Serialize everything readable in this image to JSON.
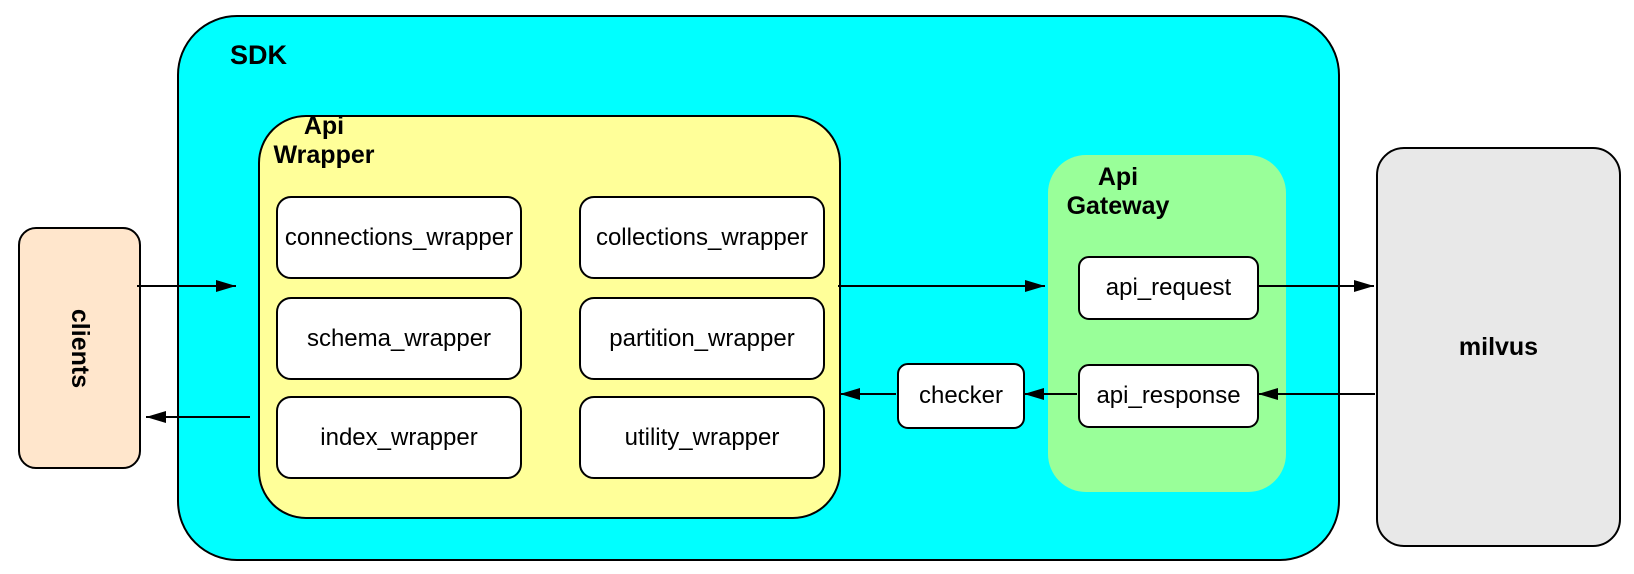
{
  "clients": {
    "label": "clients"
  },
  "sdk": {
    "label": "SDK"
  },
  "api_wrapper": {
    "label": "Api\nWrapper",
    "boxes": {
      "connections": "connections_wrapper",
      "collections": "collections_wrapper",
      "schema": "schema_wrapper",
      "partition": "partition_wrapper",
      "index": "index_wrapper",
      "utility": "utility_wrapper"
    }
  },
  "checker": {
    "label": "checker"
  },
  "api_gateway": {
    "label": "Api\nGateway",
    "request": "api_request",
    "response": "api_response"
  },
  "milvus": {
    "label": "milvus"
  },
  "flows": [
    {
      "from": "clients",
      "to": "sdk"
    },
    {
      "from": "api_wrapper",
      "to": "clients"
    },
    {
      "from": "api_wrapper",
      "to": "api_gateway"
    },
    {
      "from": "api_request",
      "to": "milvus"
    },
    {
      "from": "milvus",
      "to": "api_response"
    },
    {
      "from": "api_response",
      "to": "checker"
    },
    {
      "from": "checker",
      "to": "api_wrapper"
    }
  ],
  "colors": {
    "sdk_fill": "#00FFFF",
    "api_wrapper_fill": "#FFFF99",
    "api_gateway_fill": "#99FF99",
    "clients_fill": "#FFE6CC",
    "milvus_fill": "#E8E8E8",
    "box_fill": "#FFFFFF",
    "border": "#000000"
  }
}
